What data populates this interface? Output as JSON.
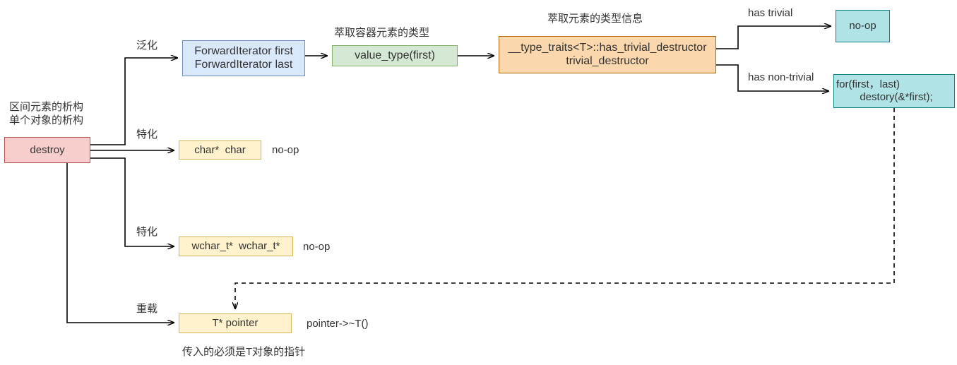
{
  "diagram": {
    "title_note_left": "区间元素的析构\n单个对象的析构",
    "bottom_note": "传入的必须是T对象的指针",
    "nodes": {
      "destroy": {
        "label": "destroy",
        "fill": "#f8cecc",
        "stroke": "#b85450"
      },
      "forward_iterator": {
        "label": "ForwardIterator first\nForwardIterator last",
        "fill": "#dae8fc",
        "stroke": "#6c8ebf"
      },
      "value_type": {
        "label": "value_type(first)",
        "fill": "#d5e8d4",
        "stroke": "#82b366"
      },
      "type_traits": {
        "label": "__type_traits<T>::has_trivial_destructor\ntrivial_destructor",
        "fill": "#fad7ac",
        "stroke": "#b46504"
      },
      "noop_box": {
        "label": "no-op",
        "fill": "#b0e3e6",
        "stroke": "#0e8088"
      },
      "for_loop": {
        "label": "for(first，last)\n        destory(&*first);",
        "fill": "#b0e3e6",
        "stroke": "#0e8088"
      },
      "char_spec": {
        "label": "char*  char",
        "fill": "#fff2cc",
        "stroke": "#d6b656"
      },
      "wchar_spec": {
        "label": "wchar_t*  wchar_t*",
        "fill": "#fff2cc",
        "stroke": "#d6b656"
      },
      "t_pointer": {
        "label": "T* pointer",
        "fill": "#fff2cc",
        "stroke": "#d6b656"
      }
    },
    "edge_labels": {
      "generalize": "泛化",
      "specialize_char": "特化",
      "specialize_wchar": "特化",
      "overload": "重载",
      "has_trivial": "has trivial",
      "has_non_trivial": "has non-trivial"
    },
    "notes": {
      "extract_container_elem_type": "萃取容器元素的类型",
      "extract_elem_type_info": "萃取元素的类型信息",
      "char_noop": "no-op",
      "wchar_noop": "no-op",
      "pointer_dtor": "pointer->~T()"
    },
    "colors": {
      "line": "#000000",
      "text": "#333333",
      "background": "#ffffff"
    }
  }
}
